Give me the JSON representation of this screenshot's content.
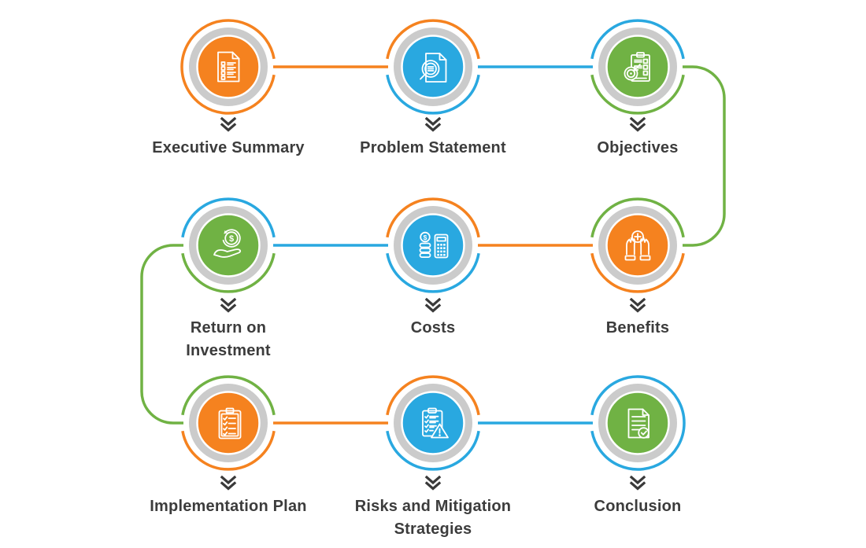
{
  "palette": {
    "orange": "#F5821F",
    "blue": "#29A8E0",
    "green": "#70B244",
    "ring_gray": "#CBCBCB",
    "label_text": "#3C3C3C",
    "chevron": "#3A3A3A"
  },
  "glyphs": {
    "dollar": "$"
  },
  "nodes": [
    {
      "id": 1,
      "label": "Executive Summary",
      "fill": "orange",
      "ring_top": "orange",
      "ring_bottom": "orange",
      "icon": "document-checklist-icon"
    },
    {
      "id": 2,
      "label": "Problem Statement",
      "fill": "blue",
      "ring_top": "orange",
      "ring_bottom": "blue",
      "icon": "document-magnifier-icon"
    },
    {
      "id": 3,
      "label": "Objectives",
      "fill": "green",
      "ring_top": "blue",
      "ring_bottom": "green",
      "icon": "clipboard-target-icon"
    },
    {
      "id": 4,
      "label": "Return on Investment",
      "fill": "green",
      "ring_top": "blue",
      "ring_bottom": "green",
      "icon": "hand-coin-icon"
    },
    {
      "id": 5,
      "label": "Costs",
      "fill": "blue",
      "ring_top": "orange",
      "ring_bottom": "blue",
      "icon": "coins-calculator-icon"
    },
    {
      "id": 6,
      "label": "Benefits",
      "fill": "orange",
      "ring_top": "green",
      "ring_bottom": "orange",
      "icon": "hands-plus-icon"
    },
    {
      "id": 7,
      "label": "Implementation Plan",
      "fill": "orange",
      "ring_top": "green",
      "ring_bottom": "orange",
      "icon": "clipboard-checkmarks-icon"
    },
    {
      "id": 8,
      "label": "Risks and Mitigation Strategies",
      "fill": "blue",
      "ring_top": "orange",
      "ring_bottom": "blue",
      "icon": "clipboard-warning-icon"
    },
    {
      "id": 9,
      "label": "Conclusion",
      "fill": "green",
      "ring_top": "blue",
      "ring_bottom": "blue",
      "icon": "document-check-icon"
    }
  ],
  "connectors": [
    {
      "from": 1,
      "to": 2,
      "color": "orange",
      "shape": "straight"
    },
    {
      "from": 2,
      "to": 3,
      "color": "blue",
      "shape": "straight"
    },
    {
      "from": 3,
      "to": 6,
      "color": "green",
      "shape": "curve-right-down"
    },
    {
      "from": 6,
      "to": 5,
      "color": "orange",
      "shape": "straight"
    },
    {
      "from": 5,
      "to": 4,
      "color": "blue",
      "shape": "straight"
    },
    {
      "from": 4,
      "to": 7,
      "color": "green",
      "shape": "curve-left-down"
    },
    {
      "from": 7,
      "to": 8,
      "color": "orange",
      "shape": "straight"
    },
    {
      "from": 8,
      "to": 9,
      "color": "blue",
      "shape": "straight"
    }
  ]
}
